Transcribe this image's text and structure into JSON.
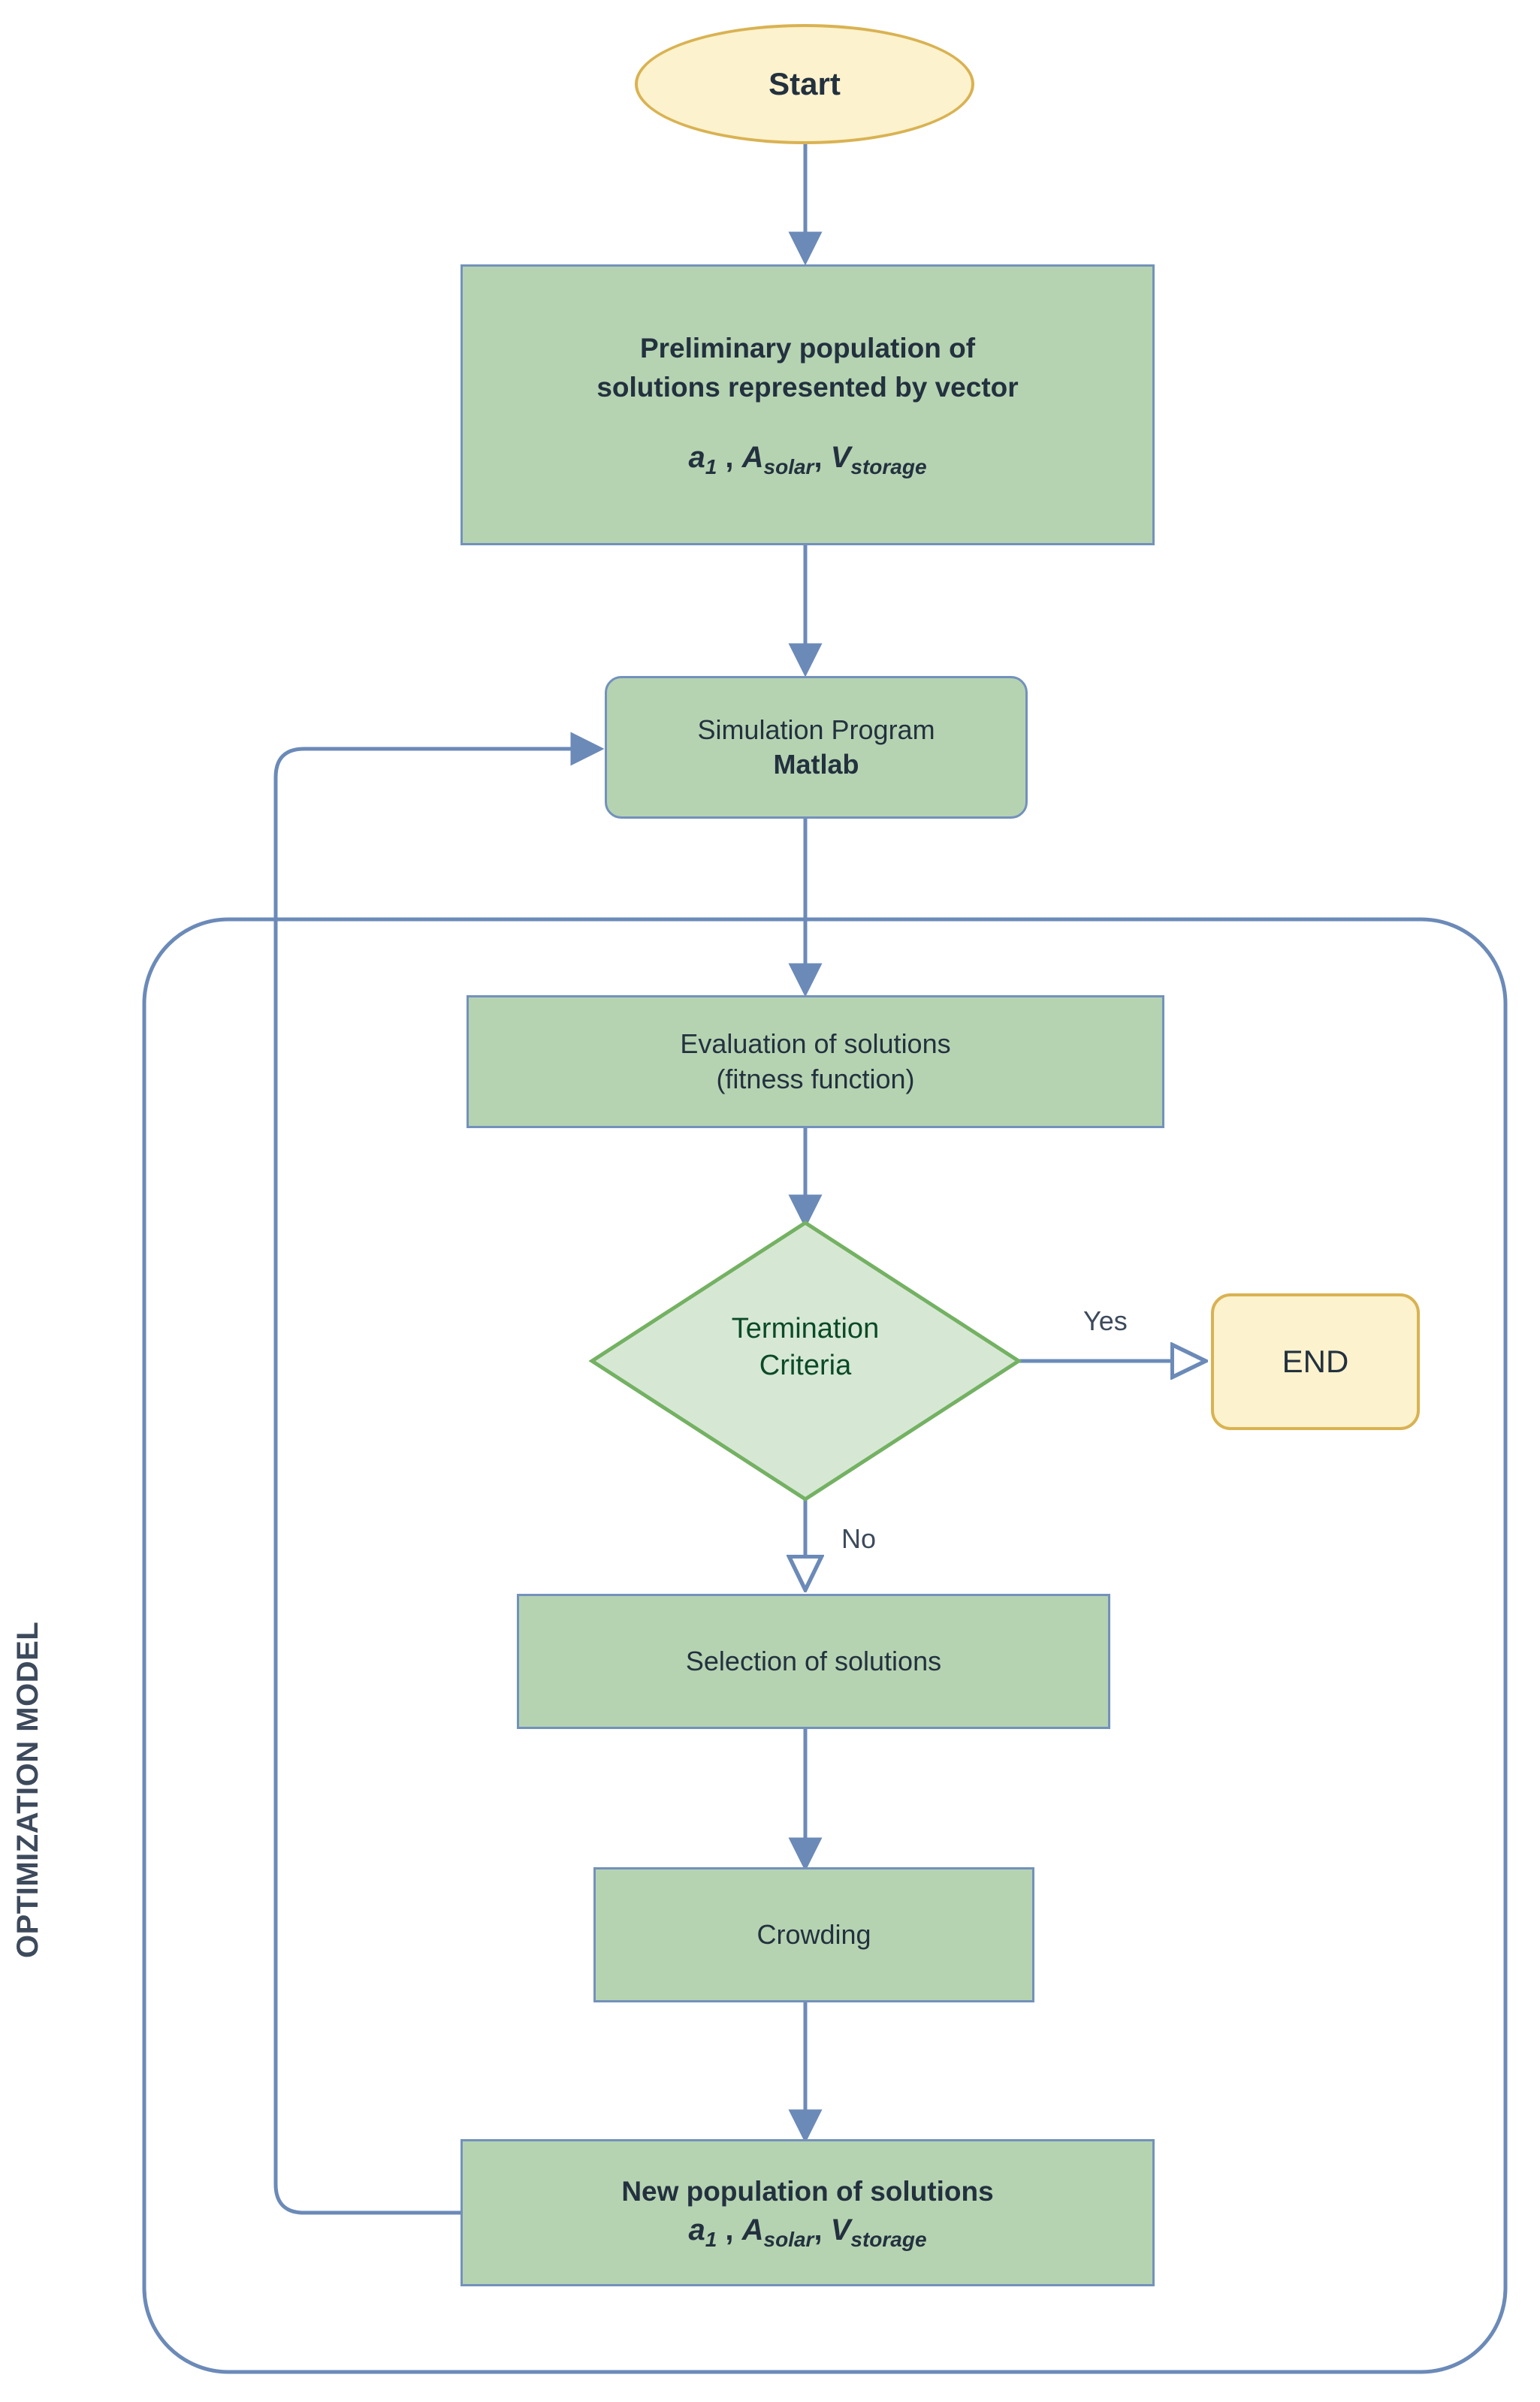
{
  "diagram": {
    "title": "Optimization model flowchart",
    "group_label": "OPTIMIZATION MODEL",
    "colors": {
      "terminal_fill": "#FCF2CD",
      "terminal_stroke": "#D9B252",
      "process_fill": "#B5D3B1",
      "process_stroke": "#7391BC",
      "decision_fill": "#D6E8D4",
      "decision_stroke": "#74B163",
      "connector": "#7391BC",
      "text_dark": "#23313F",
      "text_green": "#0B4A26",
      "text_slate": "#3D4A5C"
    }
  },
  "nodes": {
    "start": {
      "label": "Start",
      "shape": "ellipse"
    },
    "preliminary": {
      "line1": "Preliminary population of",
      "line2": "solutions represented by vector",
      "vector": {
        "v1_base": "a",
        "v1_sub": "1",
        "sep": " , ",
        "v2_base": "A",
        "v2_sub": "solar",
        "comma": ", ",
        "v3_base": "V",
        "v3_sub": "storage"
      },
      "shape": "rect"
    },
    "simulation": {
      "line1": "Simulation Program",
      "line2": "Matlab",
      "shape": "rounded-rect"
    },
    "evaluation": {
      "line1": "Evaluation of solutions",
      "line2": "(fitness function)",
      "shape": "rect"
    },
    "termination": {
      "line1": "Termination",
      "line2": "Criteria",
      "shape": "diamond"
    },
    "end": {
      "label": "END",
      "shape": "rounded-rect"
    },
    "selection": {
      "label": "Selection of solutions",
      "shape": "rect"
    },
    "crowding": {
      "label": "Crowding",
      "shape": "rect"
    },
    "new_population": {
      "line1": "New population of solutions",
      "vector": {
        "v1_base": "a",
        "v1_sub": "1",
        "sep": " , ",
        "v2_base": "A",
        "v2_sub": "solar",
        "comma": ", ",
        "v3_base": "V",
        "v3_sub": "storage"
      },
      "shape": "rect"
    }
  },
  "edge_labels": {
    "yes": "Yes",
    "no": "No"
  },
  "chart_data": {
    "type": "flowchart",
    "title": "Optimization model flowchart",
    "nodes": [
      {
        "id": "start",
        "label": "Start",
        "shape": "ellipse",
        "fill": "#FCF2CD"
      },
      {
        "id": "preliminary",
        "label": "Preliminary population of solutions represented by vector a1 , Asolar, Vstorage",
        "shape": "rect",
        "fill": "#B5D3B1"
      },
      {
        "id": "simulation",
        "label": "Simulation Program Matlab",
        "shape": "rounded-rect",
        "fill": "#B5D3B1"
      },
      {
        "id": "evaluation",
        "label": "Evaluation of solutions (fitness function)",
        "shape": "rect",
        "fill": "#B5D3B1"
      },
      {
        "id": "termination",
        "label": "Termination Criteria",
        "shape": "diamond",
        "fill": "#D6E8D4"
      },
      {
        "id": "end",
        "label": "END",
        "shape": "rounded-rect",
        "fill": "#FCF2CD"
      },
      {
        "id": "selection",
        "label": "Selection of solutions",
        "shape": "rect",
        "fill": "#B5D3B1"
      },
      {
        "id": "crowding",
        "label": "Crowding",
        "shape": "rect",
        "fill": "#B5D3B1"
      },
      {
        "id": "new_population",
        "label": "New population of solutions a1 , Asolar, Vstorage",
        "shape": "rect",
        "fill": "#B5D3B1"
      }
    ],
    "edges": [
      {
        "from": "start",
        "to": "preliminary",
        "label": ""
      },
      {
        "from": "preliminary",
        "to": "simulation",
        "label": ""
      },
      {
        "from": "simulation",
        "to": "evaluation",
        "label": ""
      },
      {
        "from": "evaluation",
        "to": "termination",
        "label": ""
      },
      {
        "from": "termination",
        "to": "end",
        "label": "Yes"
      },
      {
        "from": "termination",
        "to": "selection",
        "label": "No"
      },
      {
        "from": "selection",
        "to": "crowding",
        "label": ""
      },
      {
        "from": "crowding",
        "to": "new_population",
        "label": ""
      },
      {
        "from": "new_population",
        "to": "simulation",
        "label": ""
      }
    ],
    "groups": [
      {
        "label": "OPTIMIZATION MODEL",
        "contains": [
          "evaluation",
          "termination",
          "selection",
          "crowding",
          "new_population"
        ]
      }
    ]
  }
}
